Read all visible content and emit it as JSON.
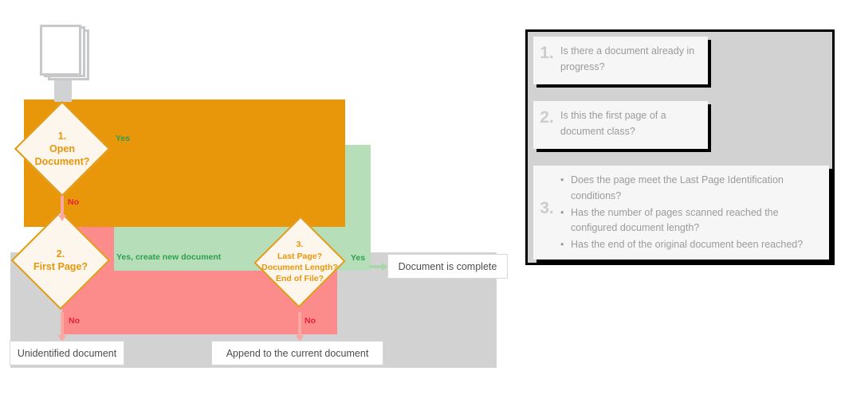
{
  "diagram": {
    "scanner_icon": "document-stack-icon",
    "decisions": [
      {
        "number": "1.",
        "lines": [
          "1.",
          "Open",
          "Document?"
        ]
      },
      {
        "number": "2.",
        "lines": [
          "2.",
          "First Page?"
        ]
      },
      {
        "number": "3.",
        "lines": [
          "3.",
          "Last Page?",
          "Document Length?",
          "End of File?"
        ]
      }
    ],
    "edges": {
      "yes_open_document": "Yes",
      "no_open_document": "No",
      "yes_create_new_document": "Yes, create new document",
      "yes_last_page": "Yes",
      "no_first_page": "No",
      "no_last_page": "No"
    },
    "results": {
      "document_complete": "Document is complete",
      "unidentified_document": "Unidentified document",
      "append_to_current": "Append to the current document"
    },
    "colors": {
      "orange_band": "#E8960A",
      "green_band": "#B6DFB9",
      "pink_band": "#FC8B8B",
      "gray_band": "#D2D2D2",
      "diamond_fill": "#FDF6EC",
      "diamond_stroke": "#E09A18",
      "yes_label": "#2E9E4F",
      "no_label": "#E8213C"
    }
  },
  "legend": {
    "items": [
      {
        "number": "1.",
        "text": "Is there a document already in progress?",
        "bullets": []
      },
      {
        "number": "2.",
        "text": "Is this the first page of a document class?",
        "bullets": []
      },
      {
        "number": "3.",
        "text": "",
        "bullets": [
          "Does the page meet the Last Page Identification conditions?",
          "Has the number of pages scanned reached the configured document length?",
          "Has the end of the original document been reached?"
        ]
      }
    ]
  }
}
